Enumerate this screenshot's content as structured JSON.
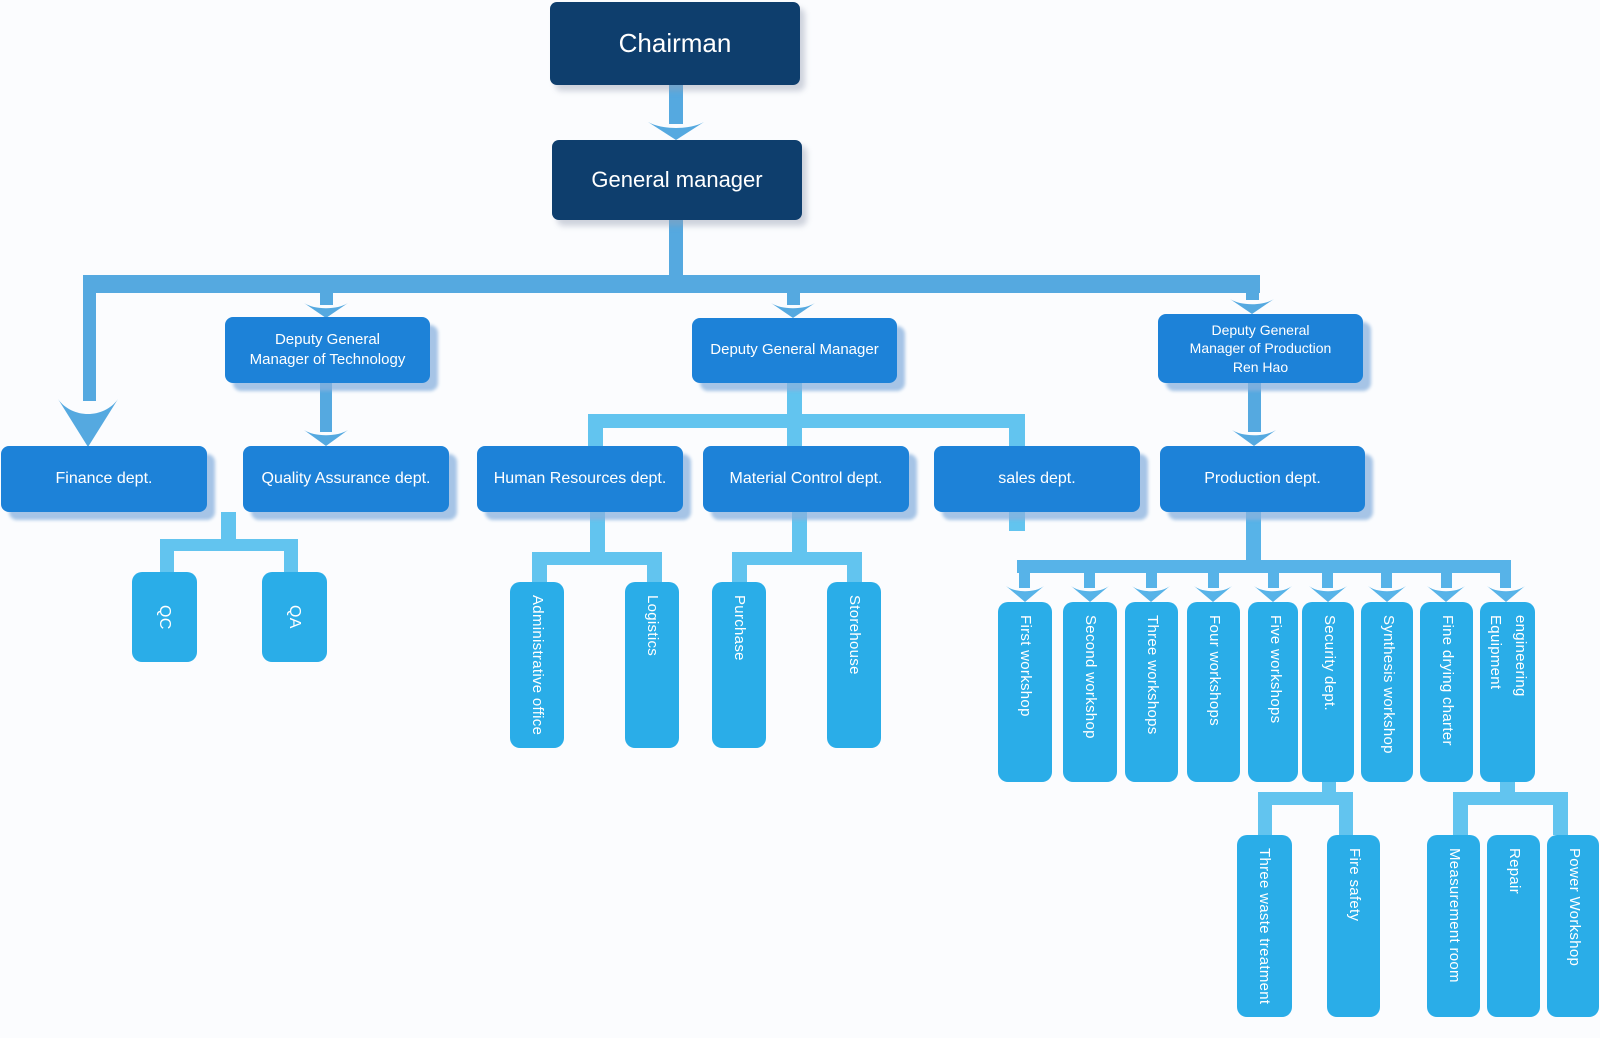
{
  "colors": {
    "box_navy": "#0e3e6d",
    "box_blue": "#1d82d8",
    "box_cyan": "#2aade8",
    "connector_main": "#55a9e0",
    "connector_light": "#62c4ef",
    "connector_production": "#57b3e8",
    "text": "#ffffff",
    "background": "#fbfcfe"
  },
  "nodes": {
    "chairman": "Chairman",
    "general_manager": "General manager",
    "deputy_technology": "Deputy General\nManager of Technology",
    "deputy_general": "Deputy General Manager",
    "deputy_production": "Deputy General\nManager of Production\nRen Hao",
    "finance": "Finance dept.",
    "quality_assurance": "Quality Assurance dept.",
    "human_resources": "Human Resources dept.",
    "material_control": "Material Control dept.",
    "sales": "sales dept.",
    "production": "Production dept.",
    "qc": "QC",
    "qa": "QA",
    "administrative_office": "Administrative office",
    "logistics": "Logistics",
    "purchase": "Purchase",
    "storehouse": "Storehouse",
    "workshop_first": "First workshop",
    "workshop_second": "Second workshop",
    "workshop_three": "Three workshops",
    "workshop_four": "Four workshops",
    "workshop_five": "Five workshops",
    "security": "Security dept.",
    "synthesis": "Synthesis workshop",
    "fine_drying": "Fine drying charter",
    "equipment": "Equipment\nengineering",
    "three_waste": "Three waste treatment",
    "fire_safety": "Fire safety",
    "measurement": "Measurement room",
    "repair": "Repair",
    "power": "Power Workshop"
  }
}
